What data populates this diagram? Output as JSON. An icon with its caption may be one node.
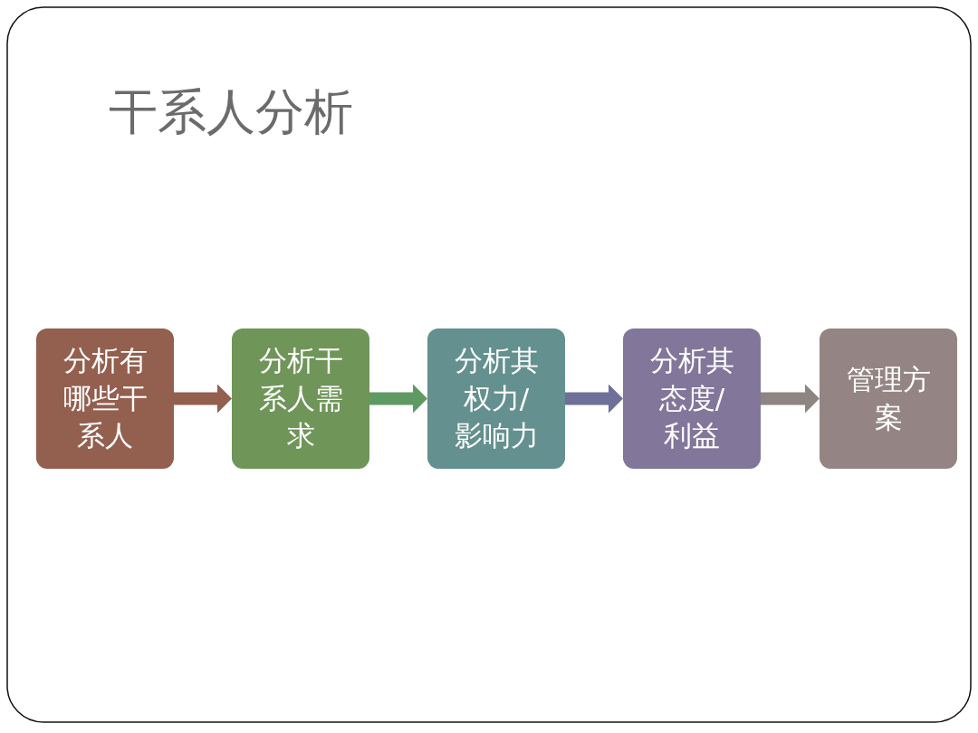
{
  "diagram": {
    "title": "干系人分析",
    "nodes": [
      {
        "text": [
          "分析有哪些干系人"
        ]
      },
      {
        "text": [
          "分析干系人需求"
        ]
      },
      {
        "text": [
          "分析其权力/影响力"
        ]
      },
      {
        "text": [
          "分析其态度/利益"
        ]
      },
      {
        "text": [
          "管理方案"
        ]
      }
    ],
    "edges": [
      {
        "from": 0,
        "to": 1,
        "arrow": "to",
        "color": "#935f4f"
      },
      {
        "from": 1,
        "to": 2,
        "arrow": "to",
        "color": "#5f9a62"
      },
      {
        "from": 2,
        "to": 3,
        "arrow": "to",
        "color": "#6e7099"
      },
      {
        "from": 3,
        "to": 4,
        "arrow": "to",
        "color": "#8e8482"
      }
    ]
  }
}
